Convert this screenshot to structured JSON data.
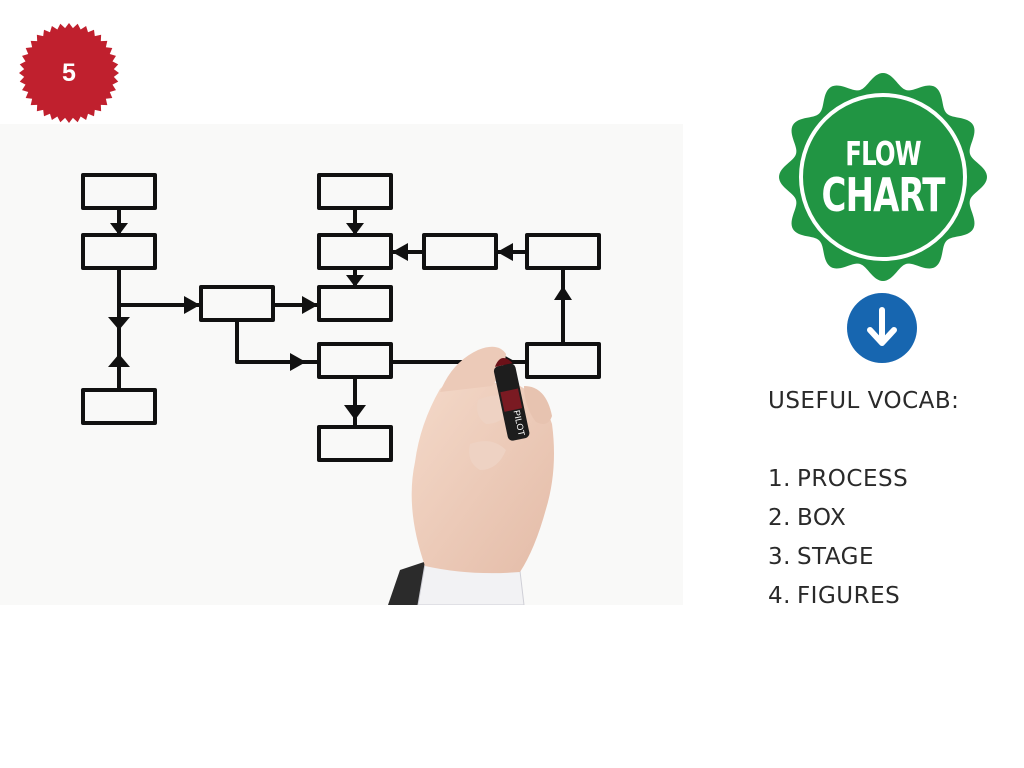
{
  "slide": {
    "number": "5",
    "number_color": "#c0202e"
  },
  "badge": {
    "line1": "FLOW",
    "line2": "CHART",
    "color": "#219543"
  },
  "arrow": {
    "icon": "arrow-down-circle-icon",
    "color": "#1766b0"
  },
  "vocab": {
    "heading": "USEFUL VOCAB:",
    "items": [
      {
        "num": "1.",
        "term": "PROCESS"
      },
      {
        "num": "2.",
        "term": "BOX"
      },
      {
        "num": "3.",
        "term": "STAGE"
      },
      {
        "num": "4.",
        "term": "FIGURES"
      }
    ]
  },
  "photo": {
    "subject": "hand-drawing-flowchart-image",
    "marker_label": "PILOT"
  }
}
